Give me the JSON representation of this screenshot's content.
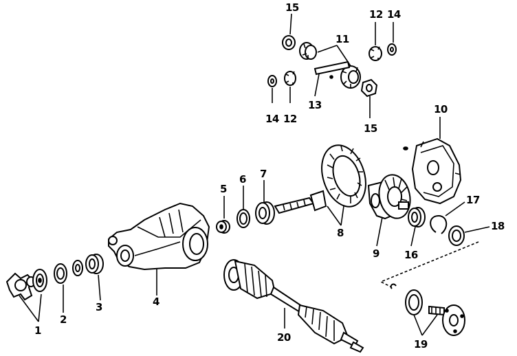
{
  "labels": {
    "p1": "1",
    "p2": "2",
    "p3": "3",
    "p4": "4",
    "p5": "5",
    "p6": "6",
    "p7": "7",
    "p8": "8",
    "p9": "9",
    "p10": "10",
    "p11": "11",
    "p12a": "12",
    "p12b": "12",
    "p13": "13",
    "p14a": "14",
    "p14b": "14",
    "p15a": "15",
    "p15b": "15",
    "p16": "16",
    "p17": "17",
    "p18": "18",
    "p19": "19",
    "p20": "20"
  }
}
